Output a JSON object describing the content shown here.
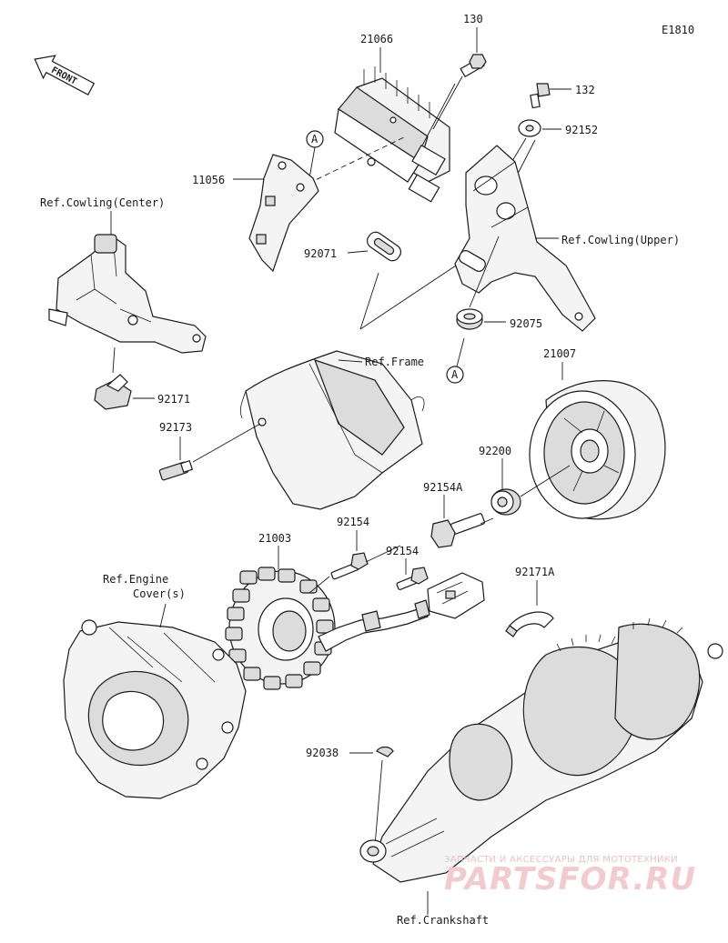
{
  "diagram_code": "E1810",
  "front_label": "FRONT",
  "labels": {
    "p21066": "21066",
    "p130": "130",
    "p132": "132",
    "p92152": "92152",
    "p11056": "11056",
    "cowling_center": "Ref.Cowling(Center)",
    "p92071": "92071",
    "cowling_upper": "Ref.Cowling(Upper)",
    "p92075": "92075",
    "frame": "Ref.Frame",
    "p21007": "21007",
    "p92171": "92171",
    "p92173": "92173",
    "p92200": "92200",
    "p92154a": "92154A",
    "p21003": "21003",
    "p92154_1": "92154",
    "p92154_2": "92154",
    "engine_cover": "Ref.Engine\nCover(s)",
    "p92171a": "92171A",
    "p92038": "92038",
    "crankshaft": "Ref.Crankshaft"
  },
  "callouts": [
    "A",
    "A"
  ],
  "watermark": {
    "line1": "ЗАПЧАСТИ И АКСЕССУАРЫ ДЛЯ МОТОТЕХНИКИ",
    "line2": "PARTSFOR.RU",
    "color": "#e7bfc2"
  }
}
